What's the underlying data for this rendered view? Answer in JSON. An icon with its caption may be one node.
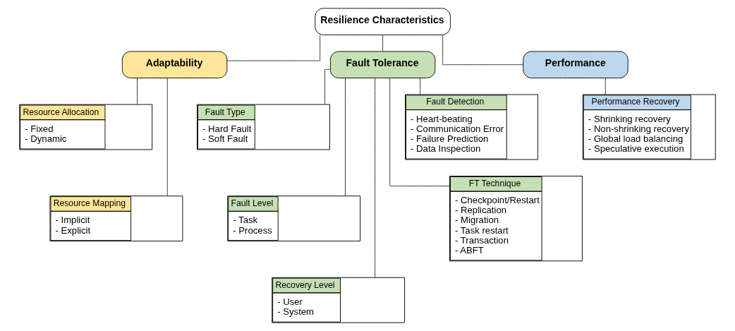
{
  "diagram": {
    "nodes": [
      {
        "text": [
          "Resilience Characteristics"
        ]
      },
      {
        "text": [
          "Adaptability"
        ]
      },
      {
        "text": [
          "Resource Allocation",
          "- Fixed",
          "- Dynamic"
        ]
      },
      {
        "text": [
          "Resource Mapping",
          "- Implicit",
          "- Explicit"
        ]
      },
      {
        "text": [
          "Fault Tolerance"
        ]
      },
      {
        "text": [
          "Fault Type",
          "- Hard Fault",
          "- Soft Fault"
        ]
      },
      {
        "text": [
          "Fault Level",
          "- Task",
          "- Process"
        ]
      },
      {
        "text": [
          "Recovery Level",
          "- User",
          "- System"
        ]
      },
      {
        "text": [
          "Fault Detection",
          "- Heart-beating",
          "- Communication Error",
          "- Failure Prediction",
          "- Data Inspection"
        ]
      },
      {
        "text": [
          "FT Technique",
          "- Checkpoint/Restart",
          "- Replication",
          "- Migration",
          "- Task restart",
          "- Transaction",
          "- ABFT"
        ]
      },
      {
        "text": [
          "Performance"
        ]
      },
      {
        "text": [
          "Performance Recovery",
          "- Shrinking recovery",
          "- Non-shrinking recovery",
          "- Global load balancing",
          "- Speculative execution"
        ]
      }
    ],
    "edges": [
      {
        "from": 0,
        "to": 1,
        "arrow": "none"
      },
      {
        "from": 0,
        "to": 4,
        "arrow": "none"
      },
      {
        "from": 0,
        "to": 10,
        "arrow": "none"
      },
      {
        "from": 1,
        "to": 2,
        "arrow": "none"
      },
      {
        "from": 1,
        "to": 3,
        "arrow": "none"
      },
      {
        "from": 4,
        "to": 5,
        "arrow": "none"
      },
      {
        "from": 4,
        "to": 6,
        "arrow": "none"
      },
      {
        "from": 4,
        "to": 7,
        "arrow": "none"
      },
      {
        "from": 4,
        "to": 8,
        "arrow": "none"
      },
      {
        "from": 4,
        "to": 9,
        "arrow": "none"
      },
      {
        "from": 10,
        "to": 11,
        "arrow": "none"
      }
    ]
  }
}
